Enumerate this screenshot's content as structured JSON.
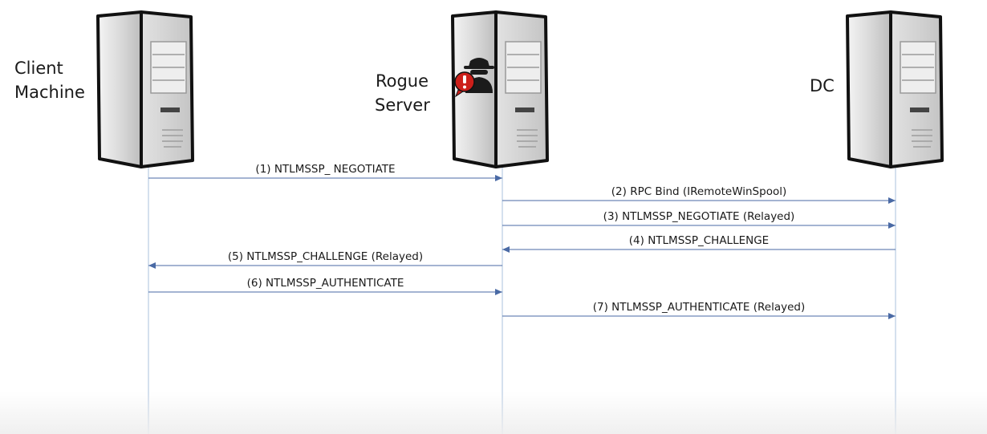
{
  "nodes": [
    {
      "id": "client",
      "label_lines": [
        "Client",
        "Machine"
      ]
    },
    {
      "id": "rogue",
      "label_lines": [
        "Rogue",
        "Server"
      ]
    },
    {
      "id": "dc",
      "label_lines": [
        "DC"
      ]
    }
  ],
  "messages": [
    {
      "step": 1,
      "text": "(1) NTLMSSP_ NEGOTIATE",
      "from": "client",
      "to": "rogue"
    },
    {
      "step": 2,
      "text": "(2) RPC Bind (IRemoteWinSpool)",
      "from": "rogue",
      "to": "dc"
    },
    {
      "step": 3,
      "text": "(3) NTLMSSP_NEGOTIATE (Relayed)",
      "from": "rogue",
      "to": "dc"
    },
    {
      "step": 4,
      "text": "(4) NTLMSSP_CHALLENGE",
      "from": "dc",
      "to": "rogue"
    },
    {
      "step": 5,
      "text": "(5) NTLMSSP_CHALLENGE (Relayed)",
      "from": "rogue",
      "to": "client"
    },
    {
      "step": 6,
      "text": "(6) NTLMSSP_AUTHENTICATE",
      "from": "client",
      "to": "rogue"
    },
    {
      "step": 7,
      "text": "(7) NTLMSSP_AUTHENTICATE (Relayed)",
      "from": "rogue",
      "to": "dc"
    }
  ],
  "icons": {
    "server": "server-tower-icon",
    "attacker": "hacker-spy-icon",
    "alert": "exclamation-alert-icon"
  },
  "colors": {
    "arrow": "#4a6aa5",
    "lifeline": "#a9c0dc",
    "server_body": "#d7d7d7",
    "alert": "#cc1f1a"
  }
}
